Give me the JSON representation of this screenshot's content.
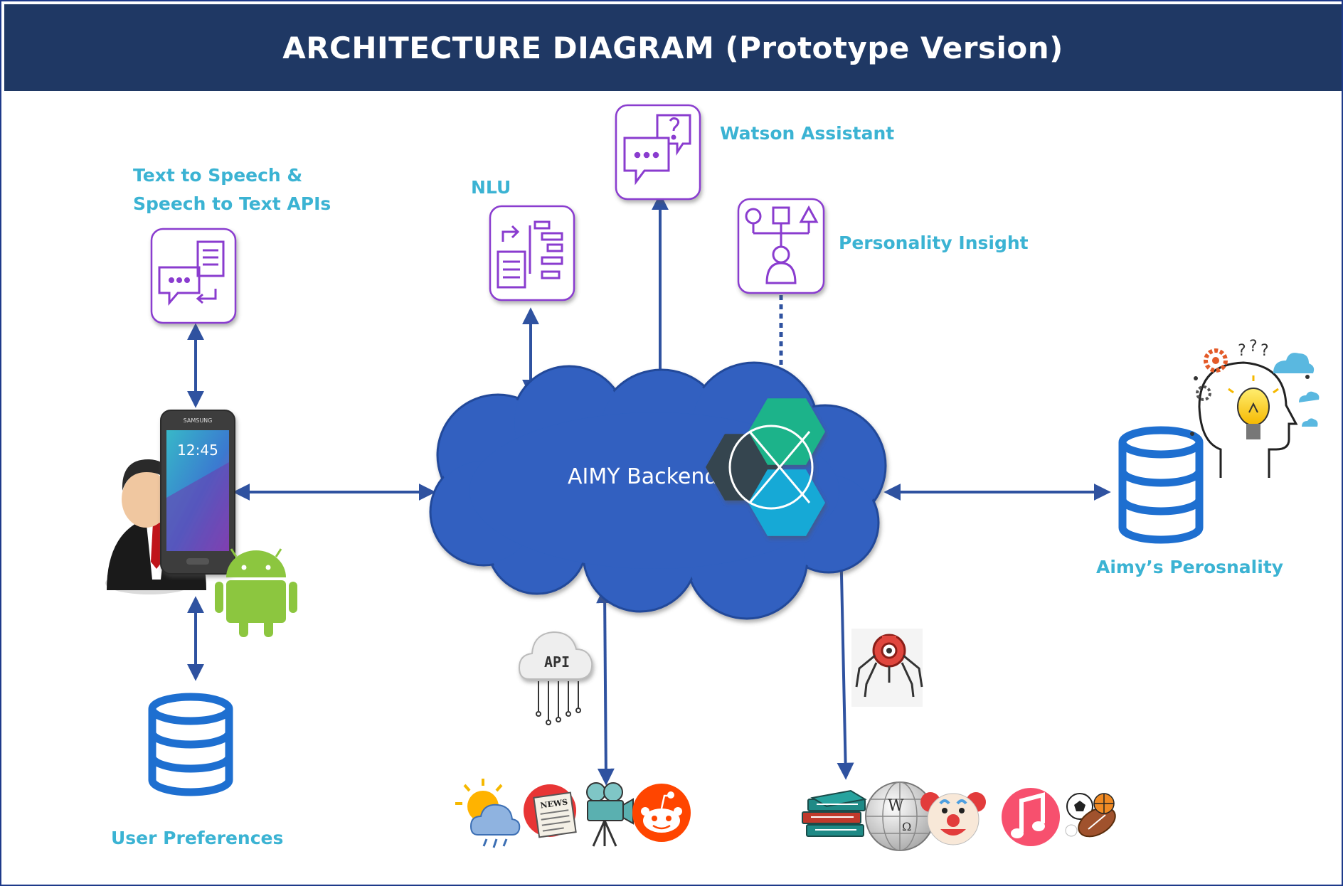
{
  "title": "ARCHITECTURE DIAGRAM (Prototype Version)",
  "labels": {
    "tts": [
      "Text to Speech &",
      "Speech to Text APIs"
    ],
    "nlu": "NLU",
    "watson": "Watson Assistant",
    "personality_insight": "Personality Insight",
    "backend": "AIMY Backend",
    "aimy_personality": "Aimy’s Perosnality",
    "user_preferences": "User Preferences",
    "api_cloud": "API",
    "phone_time": "12:45",
    "phone_brand": "SAMSUNG",
    "news_badge": "NEWS"
  },
  "colors": {
    "header_bg": "#1f3864",
    "label": "#3bb3d3",
    "arrow": "#2f52a0",
    "icon_purple": "#8a3ccf",
    "cloud": "#3060c0",
    "database": "#1e6fd0"
  },
  "icons": [
    "chat-doc-icon",
    "flowchart-doc-icon",
    "chat-question-icon",
    "shapes-person-icon",
    "smartphone-icon",
    "businessman-icon",
    "android-icon",
    "database-icon",
    "ibm-hexagon-icon",
    "brain-lightbulb-icon",
    "api-cloud-icon",
    "weather-icon",
    "news-icon",
    "video-camera-icon",
    "reddit-icon",
    "spider-robot-icon",
    "books-icon",
    "wikipedia-icon",
    "clown-icon",
    "music-icon",
    "sports-icon"
  ]
}
